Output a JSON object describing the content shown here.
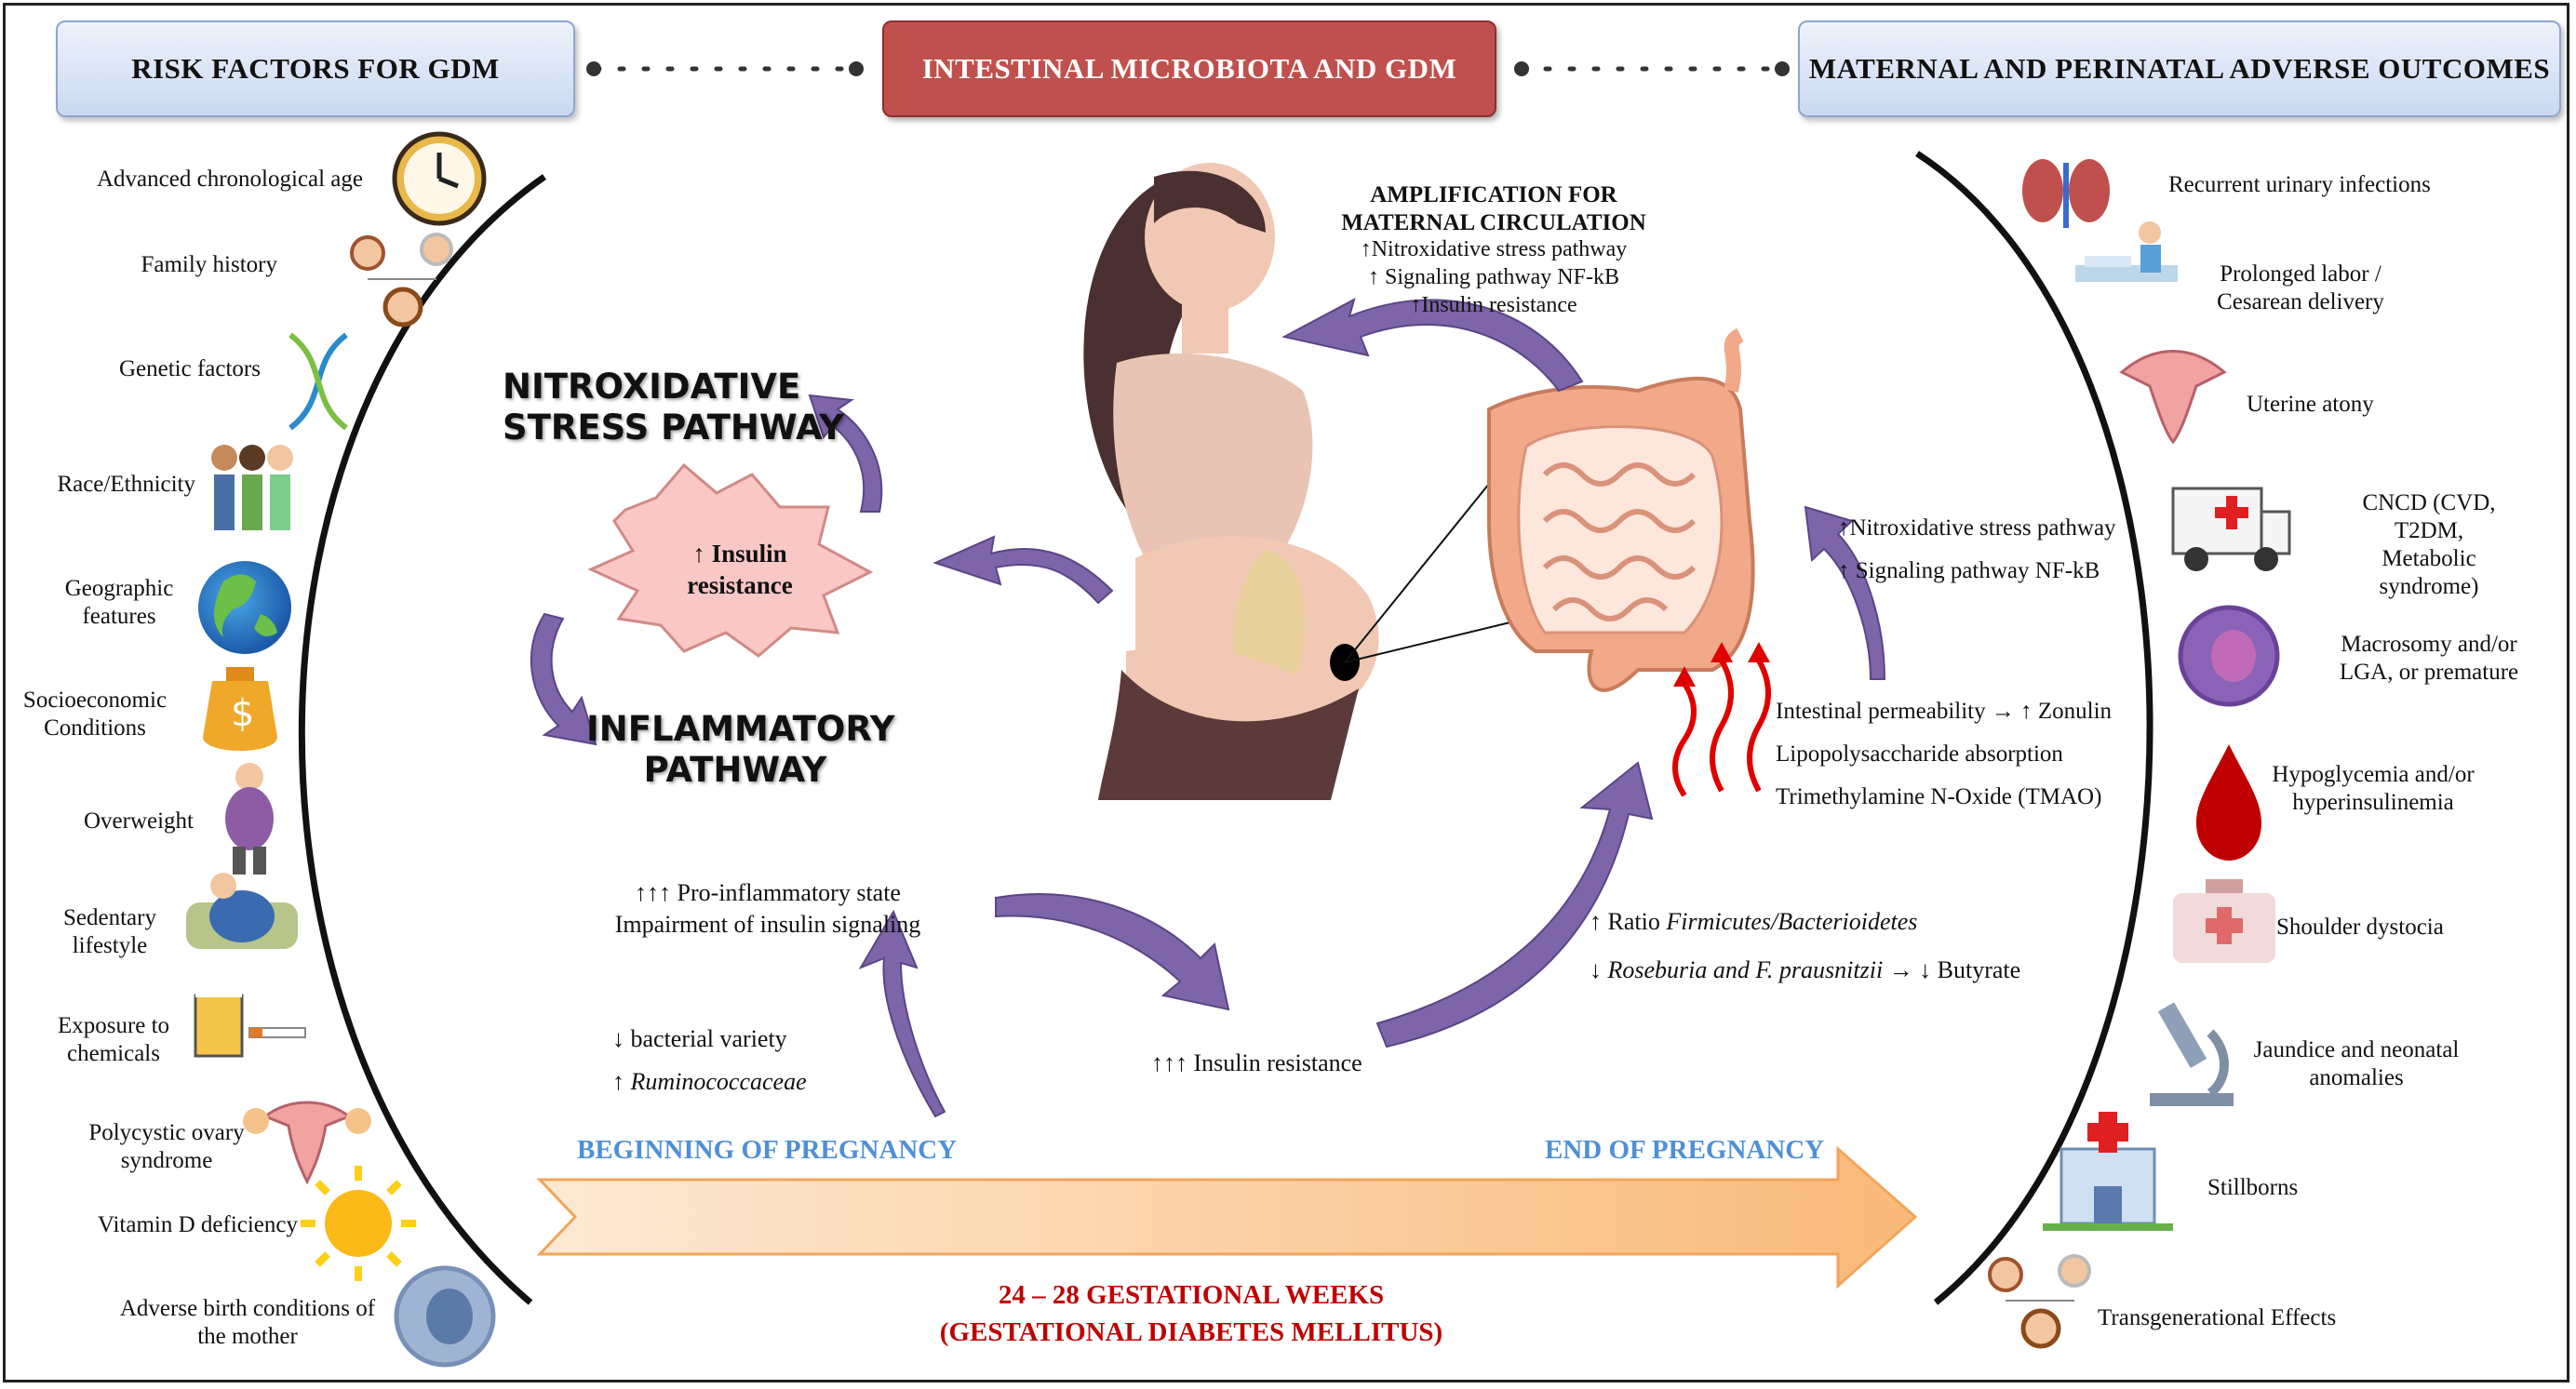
{
  "headers": {
    "left": "RISK FACTORS FOR GDM",
    "center": "INTESTINAL MICROBIOTA AND GDM",
    "right": "MATERNAL AND PERINATAL ADVERSE OUTCOMES"
  },
  "risk_factors": [
    {
      "label": "Advanced  chronological age",
      "icon": "clock-icon"
    },
    {
      "label": "Family history",
      "icon": "family-icon"
    },
    {
      "label": "Genetic factors",
      "icon": "dna-icon"
    },
    {
      "label": "Race/Ethnicity",
      "icon": "people-icon"
    },
    {
      "label": "Geographic features",
      "icon": "globe-icon"
    },
    {
      "label": "Socioeconomic Conditions",
      "icon": "money-bag-icon"
    },
    {
      "label": "Overweight",
      "icon": "overweight-person-icon"
    },
    {
      "label": "Sedentary lifestyle",
      "icon": "couch-person-icon"
    },
    {
      "label": "Exposure to chemicals",
      "icon": "beer-cigarette-icon"
    },
    {
      "label": "Polycystic ovary syndrome",
      "icon": "ovary-icon"
    },
    {
      "label": "Vitamin D deficiency",
      "icon": "sun-icon"
    },
    {
      "label": "Adverse birth conditions of the mother",
      "icon": "fetus-icon"
    }
  ],
  "outcomes": [
    {
      "label": "Recurrent urinary infections",
      "icon": "kidney-icon"
    },
    {
      "label": "Prolonged labor / Cesarean delivery",
      "icon": "delivery-icon"
    },
    {
      "label": "Uterine atony",
      "icon": "uterus-icon"
    },
    {
      "label": "CNCD (CVD, T2DM, Metabolic syndrome)",
      "icon": "ambulance-icon"
    },
    {
      "label": "Macrosomy and/or LGA, or premature",
      "icon": "fetus-circle-icon"
    },
    {
      "label": "Hypoglycemia and/or hyperinsulinemia",
      "icon": "blood-drop-icon"
    },
    {
      "label": "Shoulder dystocia",
      "icon": "medical-kit-icon"
    },
    {
      "label": "Jaundice and neonatal anomalies",
      "icon": "microscope-icon"
    },
    {
      "label": "Stillborns",
      "icon": "hospital-icon"
    },
    {
      "label": "Transgenerational Effects",
      "icon": "family-icon"
    }
  ],
  "center": {
    "amplification_title_1": "AMPLIFICATION FOR",
    "amplification_title_2": "MATERNAL CIRCULATION",
    "amp_items": [
      "↑Nitroxidative stress pathway",
      "↑ Signaling pathway NF-kB",
      "↑Insulin resistance"
    ],
    "nitroxidative_1": "NITROXIDATIVE",
    "nitroxidative_2": "STRESS PATHWAY",
    "insulin_burst_1": "↑ Insulin",
    "insulin_burst_2": "resistance",
    "inflammatory_1": "INFLAMMATORY",
    "inflammatory_2": "PATHWAY",
    "right_path_1": "↑Nitroxidative stress pathway",
    "right_path_2": "↑ Signaling pathway NF-kB",
    "gut_1": "Intestinal permeability → ↑ Zonulin",
    "gut_2": "Lipopolysaccharide absorption",
    "gut_3": "Trimethylamine N-Oxide (TMAO)",
    "proinf_1": "↑↑↑ Pro-inflammatory  state",
    "proinf_2": "Impairment of insulin signaling",
    "bact_1": "↓ bacterial variety",
    "bact_2_arrow": "↑ ",
    "bact_2_name": "Ruminococcaceae",
    "insulin_res": "↑↑↑ Insulin resistance",
    "ratio_prefix": "↑ Ratio ",
    "ratio_name": "Firmicutes/Bacterioidetes",
    "ros_prefix": "↓ ",
    "ros_name": "Roseburia and F. prausnitzii",
    "ros_suffix": " → ↓ Butyrate"
  },
  "timeline": {
    "begin": "BEGINNING OF PREGNANCY",
    "end": "END OF PREGNANCY",
    "weeks_1": "24 – 28 GESTATIONAL WEEKS",
    "weeks_2": "(GESTATIONAL DIABETES MELLITUS)"
  },
  "colors": {
    "header_blue": "#c9d8f0",
    "header_red": "#c0504d",
    "arrow_purple": "#7e64a8",
    "timeline_orange": "#fbd3a8",
    "accent_blue": "#4f8fd6",
    "accent_red": "#c00000"
  }
}
